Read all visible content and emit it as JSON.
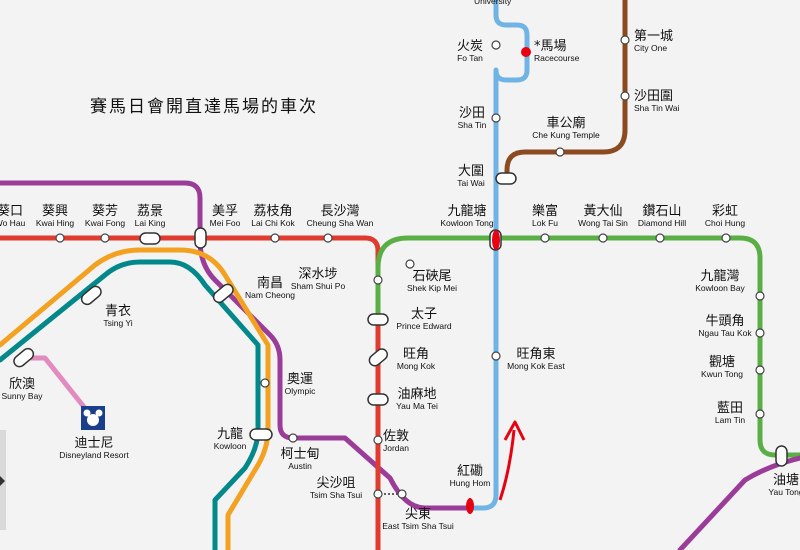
{
  "caption": "賽馬日會開直達馬場的車次",
  "lines": {
    "tsuen_wan": "#e03b2f",
    "east_rail": "#6fb4e4",
    "ma_on_shan": "#8b4a1f",
    "kwun_tong": "#5aae46",
    "tung_chung": "#f3a121",
    "airport_express": "#00888a",
    "west_rail": "#9a3c98",
    "disneyland": "#e28bc0"
  },
  "annotation_color": "#e60012",
  "stations": [
    {
      "id": "university",
      "zh": "",
      "en": "University"
    },
    {
      "id": "fo-tan",
      "zh": "火炭",
      "en": "Fo Tan"
    },
    {
      "id": "racecourse",
      "zh": "*馬場",
      "en": "Racecourse"
    },
    {
      "id": "city-one",
      "zh": "第一城",
      "en": "City One"
    },
    {
      "id": "sha-tin-wai",
      "zh": "沙田圍",
      "en": "Sha Tin Wai"
    },
    {
      "id": "sha-tin",
      "zh": "沙田",
      "en": "Sha Tin"
    },
    {
      "id": "che-kung-temple",
      "zh": "車公廟",
      "en": "Che Kung Temple"
    },
    {
      "id": "tai-wai",
      "zh": "大圍",
      "en": "Tai Wai"
    },
    {
      "id": "kwai-hau",
      "zh": "葵口",
      "en": "Wo Hau"
    },
    {
      "id": "kwai-hing",
      "zh": "葵興",
      "en": "Kwai Hing"
    },
    {
      "id": "kwai-fong",
      "zh": "葵芳",
      "en": "Kwai Fong"
    },
    {
      "id": "lai-king",
      "zh": "荔景",
      "en": "Lai King"
    },
    {
      "id": "mei-foo",
      "zh": "美孚",
      "en": "Mei Foo"
    },
    {
      "id": "lai-chi-kok",
      "zh": "荔枝角",
      "en": "Lai Chi Kok"
    },
    {
      "id": "cheung-sha-wan",
      "zh": "長沙灣",
      "en": "Cheung Sha Wan"
    },
    {
      "id": "kowloon-tong",
      "zh": "九龍塘",
      "en": "Kowloon Tong"
    },
    {
      "id": "lok-fu",
      "zh": "樂富",
      "en": "Lok Fu"
    },
    {
      "id": "wong-tai-sin",
      "zh": "黃大仙",
      "en": "Wong Tai Sin"
    },
    {
      "id": "diamond-hill",
      "zh": "鑽石山",
      "en": "Diamond Hill"
    },
    {
      "id": "choi-hung",
      "zh": "彩虹",
      "en": "Choi Hung"
    },
    {
      "id": "nam-cheong",
      "zh": "南昌",
      "en": "Nam Cheong"
    },
    {
      "id": "sham-shui-po",
      "zh": "深水埗",
      "en": "Sham Shui Po"
    },
    {
      "id": "shek-kip-mei",
      "zh": "石硤尾",
      "en": "Shek Kip Mei"
    },
    {
      "id": "kowloon-bay",
      "zh": "九龍灣",
      "en": "Kowloon Bay"
    },
    {
      "id": "tsing-yi",
      "zh": "青衣",
      "en": "Tsing Yi"
    },
    {
      "id": "prince-edward",
      "zh": "太子",
      "en": "Prince Edward"
    },
    {
      "id": "ngau-tau-kok",
      "zh": "牛頭角",
      "en": "Ngau Tau Kok"
    },
    {
      "id": "mong-kok",
      "zh": "旺角",
      "en": "Mong Kok"
    },
    {
      "id": "mong-kok-east",
      "zh": "旺角東",
      "en": "Mong Kok East"
    },
    {
      "id": "sunny-bay",
      "zh": "欣澳",
      "en": "Sunny Bay"
    },
    {
      "id": "olympic",
      "zh": "奧運",
      "en": "Olympic"
    },
    {
      "id": "yau-ma-tei",
      "zh": "油麻地",
      "en": "Yau Ma Tei"
    },
    {
      "id": "kwun-tong",
      "zh": "觀塘",
      "en": "Kwun Tong"
    },
    {
      "id": "lam-tin",
      "zh": "藍田",
      "en": "Lam Tin"
    },
    {
      "id": "kowloon",
      "zh": "九龍",
      "en": "Kowloon"
    },
    {
      "id": "jordan",
      "zh": "佐敦",
      "en": "Jordan"
    },
    {
      "id": "disneyland",
      "zh": "迪士尼",
      "en": "Disneyland Resort"
    },
    {
      "id": "austin",
      "zh": "柯士甸",
      "en": "Austin"
    },
    {
      "id": "hung-hom",
      "zh": "紅磡",
      "en": "Hung Hom"
    },
    {
      "id": "tsim-sha-tsui",
      "zh": "尖沙咀",
      "en": "Tsim Sha Tsui"
    },
    {
      "id": "east-tsim-sha-tsui",
      "zh": "尖東",
      "en": "East Tsim Sha Tsui"
    },
    {
      "id": "yau-tong",
      "zh": "油塘",
      "en": "Yau Tong"
    }
  ]
}
